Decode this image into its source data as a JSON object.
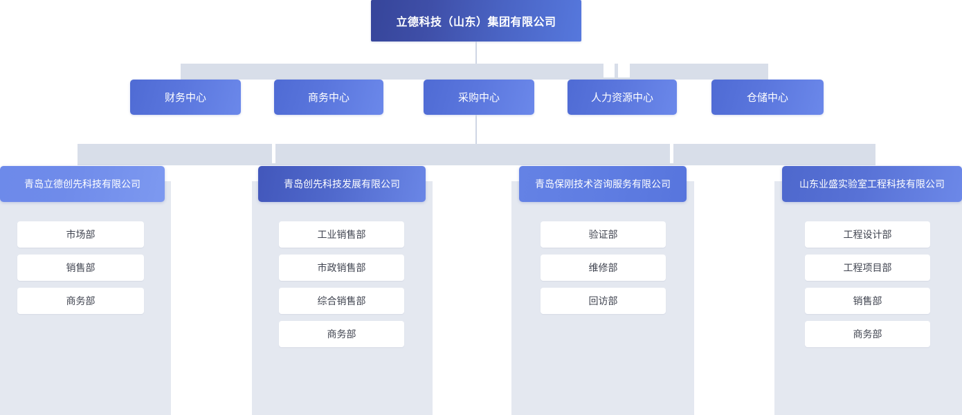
{
  "root": {
    "label": "立德科技（山东）集团有限公司"
  },
  "centers": [
    {
      "label": "财务中心"
    },
    {
      "label": "商务中心"
    },
    {
      "label": "采购中心"
    },
    {
      "label": "人力资源中心"
    },
    {
      "label": "仓储中心"
    }
  ],
  "companies": [
    {
      "name": "青岛立德创先科技有限公司",
      "departments": [
        {
          "label": "市场部"
        },
        {
          "label": "销售部"
        },
        {
          "label": "商务部"
        }
      ]
    },
    {
      "name": "青岛创先科技发展有限公司",
      "departments": [
        {
          "label": "工业销售部"
        },
        {
          "label": "市政销售部"
        },
        {
          "label": "综合销售部"
        },
        {
          "label": "商务部"
        }
      ]
    },
    {
      "name": "青岛保刚技术咨询服务有限公司",
      "departments": [
        {
          "label": "验证部"
        },
        {
          "label": "维修部"
        },
        {
          "label": "回访部"
        }
      ]
    },
    {
      "name": "山东业盛实验室工程科技有限公司",
      "departments": [
        {
          "label": "工程设计部"
        },
        {
          "label": "工程项目部"
        },
        {
          "label": "销售部"
        },
        {
          "label": "商务部"
        }
      ]
    }
  ],
  "colors": {
    "root_gradient_start": "#36459a",
    "root_gradient_end": "#5678dd",
    "center_node": "#5a76dd",
    "connector_band": "#d8dee9",
    "column_panel": "#e4e8f0",
    "department_bg": "#ffffff",
    "department_text": "#404450",
    "page_background": "#ffffff"
  }
}
